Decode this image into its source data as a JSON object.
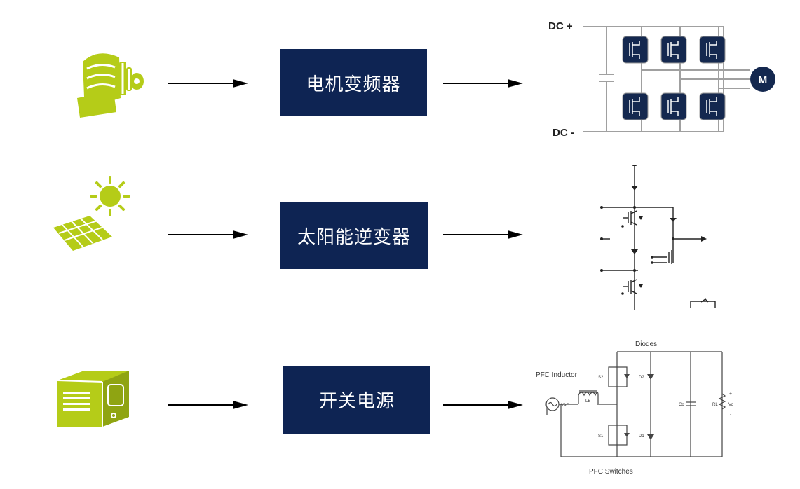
{
  "rows": [
    {
      "icon": "motor-icon",
      "label": "电机变频器",
      "circuit": {
        "type": "three-phase-inverter",
        "dc_plus": "DC +",
        "dc_minus": "DC -",
        "motor": "M"
      }
    },
    {
      "icon": "solar-panel-sun-icon",
      "label": "太阳能逆变器",
      "circuit": {
        "type": "solar-inverter-schematic"
      }
    },
    {
      "icon": "power-supply-cabinet-icon",
      "label": "开关电源",
      "circuit": {
        "type": "pfc-boost-schematic",
        "diodes": "Diodes",
        "pfc_inductor": "PFC Inductor",
        "pfc_switches": "PFC Switches",
        "s2": "S2",
        "s1": "S1",
        "d2": "D2",
        "d1": "D1",
        "lb": "LB",
        "vac": "VAC",
        "co": "Co",
        "rl": "RL",
        "vo": "Vo",
        "plus": "+",
        "minus": "-"
      }
    }
  ],
  "colors": {
    "box": "#0e2453",
    "icon_green": "#b5cc18",
    "circuit_gray": "#9a9a9a",
    "switch_fill": "#14284f"
  }
}
